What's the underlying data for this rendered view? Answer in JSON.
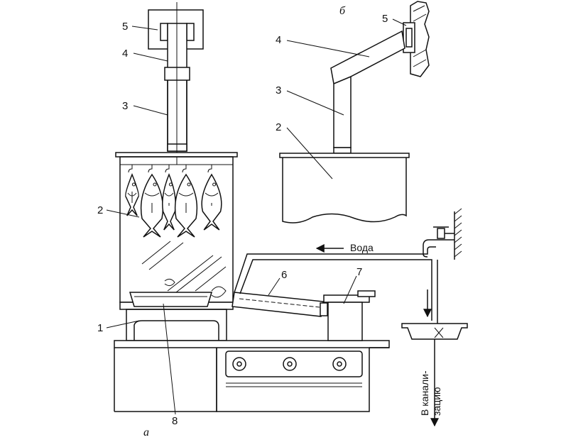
{
  "subfigures": {
    "a": "а",
    "b": "б"
  },
  "callouts_a": [
    "5",
    "4",
    "3",
    "2",
    "1",
    "8",
    "6",
    "7"
  ],
  "callouts_b": [
    "5",
    "4",
    "3",
    "2"
  ],
  "labels": {
    "water": "Вода",
    "drain_line1": "В канали-",
    "drain_line2": "зацию"
  }
}
